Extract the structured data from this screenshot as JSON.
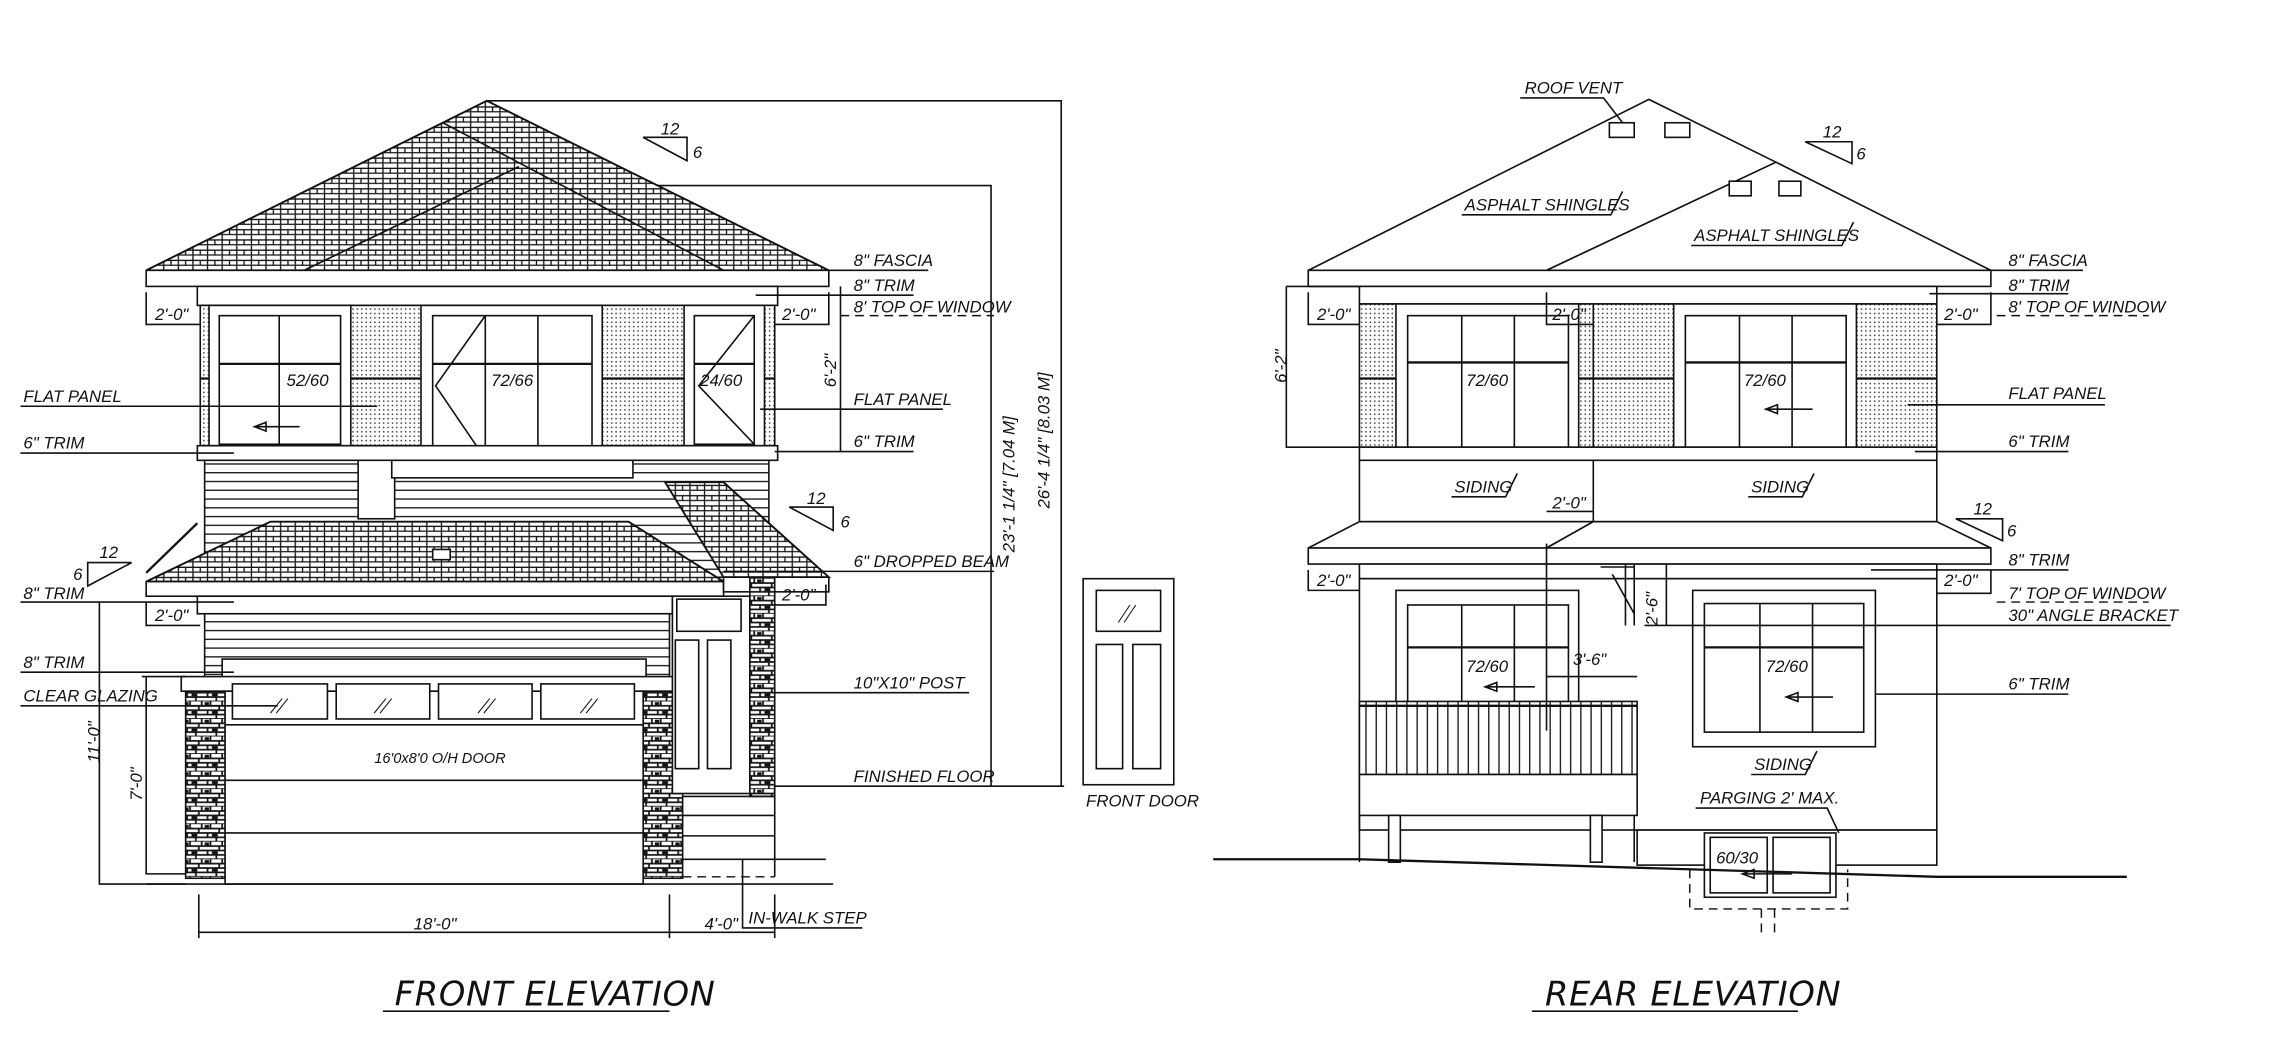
{
  "sheet": {
    "front_title": "FRONT ELEVATION",
    "rear_title": "REAR ELEVATION",
    "front_door_title": "FRONT DOOR"
  },
  "front": {
    "labels": {
      "fascia": "8\" FASCIA",
      "trim_8_upper": "8\" TRIM",
      "top_of_window": "8' TOP OF WINDOW",
      "flat_panel_left": "FLAT PANEL",
      "flat_panel_right": "FLAT PANEL",
      "trim_6_left": "6\" TRIM",
      "trim_6_right": "6\" TRIM",
      "dropped_beam": "6\" DROPPED BEAM",
      "trim_8_left": "8\" TRIM",
      "trim_8_lower": "8\" TRIM",
      "clear_glazing": "CLEAR GLAZING",
      "post": "10\"X10\" POST",
      "finished_floor": "FINISHED FLOOR",
      "garage_door": "16'0x8'0 O/H DOOR",
      "in_walk_step": "IN-WALK STEP"
    },
    "windows": [
      "52/60",
      "72/66",
      "24/60"
    ],
    "dimensions": {
      "overhang_left_upper": "2'-0\"",
      "overhang_right_upper": "2'-0\"",
      "overhang_left_lower": "2'-0\"",
      "overhang_right_lower": "2'-0\"",
      "wall_height": "6'-2\"",
      "height_to_eave": "23'-1 1/4\" [7.04 M]",
      "height_to_ridge": "26'-4 1/4\" [8.03 M]",
      "garage_height": "11'-0\"",
      "door_height": "7'-0\"",
      "garage_width": "18'-0\"",
      "step_width": "4'-0\""
    },
    "slopes": [
      {
        "run": "12",
        "rise": "6"
      },
      {
        "run": "12",
        "rise": "6"
      },
      {
        "run": "12",
        "rise": "6"
      }
    ]
  },
  "rear": {
    "labels": {
      "roof_vent": "ROOF VENT",
      "asphalt_shingles_1": "ASPHALT SHINGLES",
      "asphalt_shingles_2": "ASPHALT SHINGLES",
      "fascia": "8\" FASCIA",
      "trim_8_upper": "8\" TRIM",
      "top_of_window_8": "8' TOP OF WINDOW",
      "flat_panel": "FLAT PANEL",
      "trim_6_upper": "6\" TRIM",
      "siding_1": "SIDING",
      "siding_2": "SIDING",
      "siding_3": "SIDING",
      "trim_8_lower": "8\" TRIM",
      "top_of_window_7": "7' TOP OF WINDOW",
      "angle_bracket": "30\" ANGLE BRACKET",
      "trim_6_lower": "6\" TRIM",
      "parging": "PARGING 2' MAX."
    },
    "windows": [
      "72/60",
      "72/60",
      "72/60",
      "72/60",
      "60/30"
    ],
    "dimensions": {
      "overhang_left_upper": "2'-0\"",
      "overhang_mid_upper": "2'-0\"",
      "overhang_right_upper": "2'-0\"",
      "overhang_left_lower": "2'-0\"",
      "overhang_mid_lower": "2'-0\"",
      "overhang_right_lower": "2'-0\"",
      "wall_height": "6'-2\"",
      "bracket_height": "2'-6\"",
      "bracket_offset": "3'-6\""
    },
    "slopes": [
      {
        "run": "12",
        "rise": "6"
      },
      {
        "run": "12",
        "rise": "6"
      }
    ]
  }
}
